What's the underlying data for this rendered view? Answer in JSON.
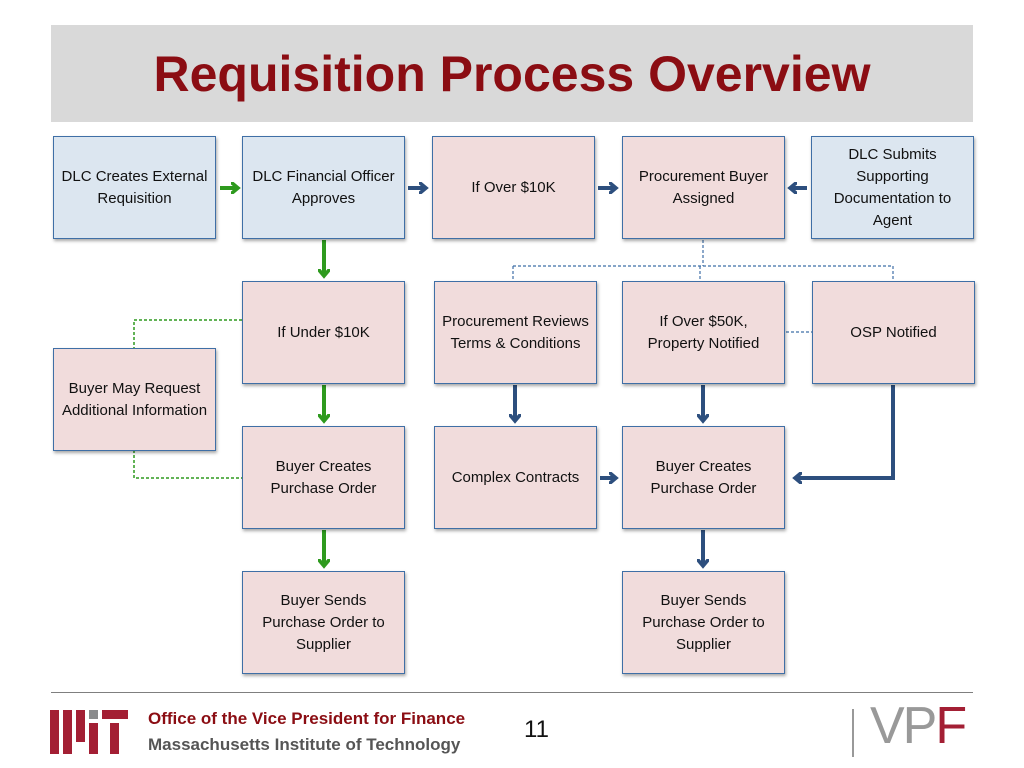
{
  "slide": {
    "title": "Requisition Process Overview",
    "page_number": "11"
  },
  "boxes": {
    "dlc_creates": "DLC Creates External Requisition",
    "dlc_financial": "DLC Financial Officer Approves",
    "if_over_10k": "If Over $10K",
    "procurement_buyer": "Procurement Buyer Assigned",
    "dlc_submits": "DLC Submits Supporting Documentation to Agent",
    "if_under_10k": "If Under $10K",
    "procurement_reviews": "Procurement Reviews Terms & Conditions",
    "if_over_50k": "If Over $50K, Property Notified",
    "osp_notified": "OSP Notified",
    "buyer_may_request": "Buyer May Request Additional Information",
    "buyer_creates_po_left": "Buyer Creates Purchase Order",
    "complex_contracts": "Complex Contracts",
    "buyer_creates_po_right": "Buyer Creates Purchase Order",
    "buyer_sends_left": "Buyer Sends Purchase Order to Supplier",
    "buyer_sends_right": "Buyer Sends Purchase Order to Supplier"
  },
  "footer": {
    "line1": "Office of the Vice President for Finance",
    "line2": "Massachusetts Institute of Technology",
    "logo_right": "VPF",
    "logo_left": "MIT"
  },
  "colors": {
    "title": "#8b0d13",
    "box_pink": "#f1dcdc",
    "box_blue": "#dce6f0",
    "arrow_green": "#2e9a1e",
    "arrow_blue": "#2d4f7e"
  }
}
